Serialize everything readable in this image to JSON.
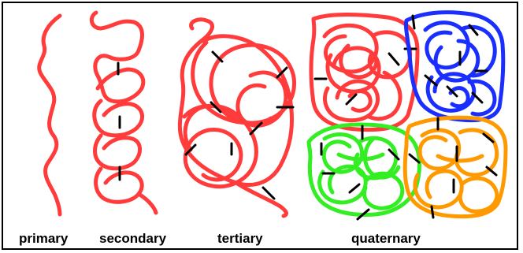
{
  "labels": {
    "primary": "primary",
    "secondary": "secondary",
    "tertiary": "tertiary",
    "quaternary": "quaternary"
  },
  "colors": {
    "red": "#ff3b3b",
    "blue": "#1a2eff",
    "green": "#33ee22",
    "orange": "#ff9900",
    "bond": "#000000"
  }
}
